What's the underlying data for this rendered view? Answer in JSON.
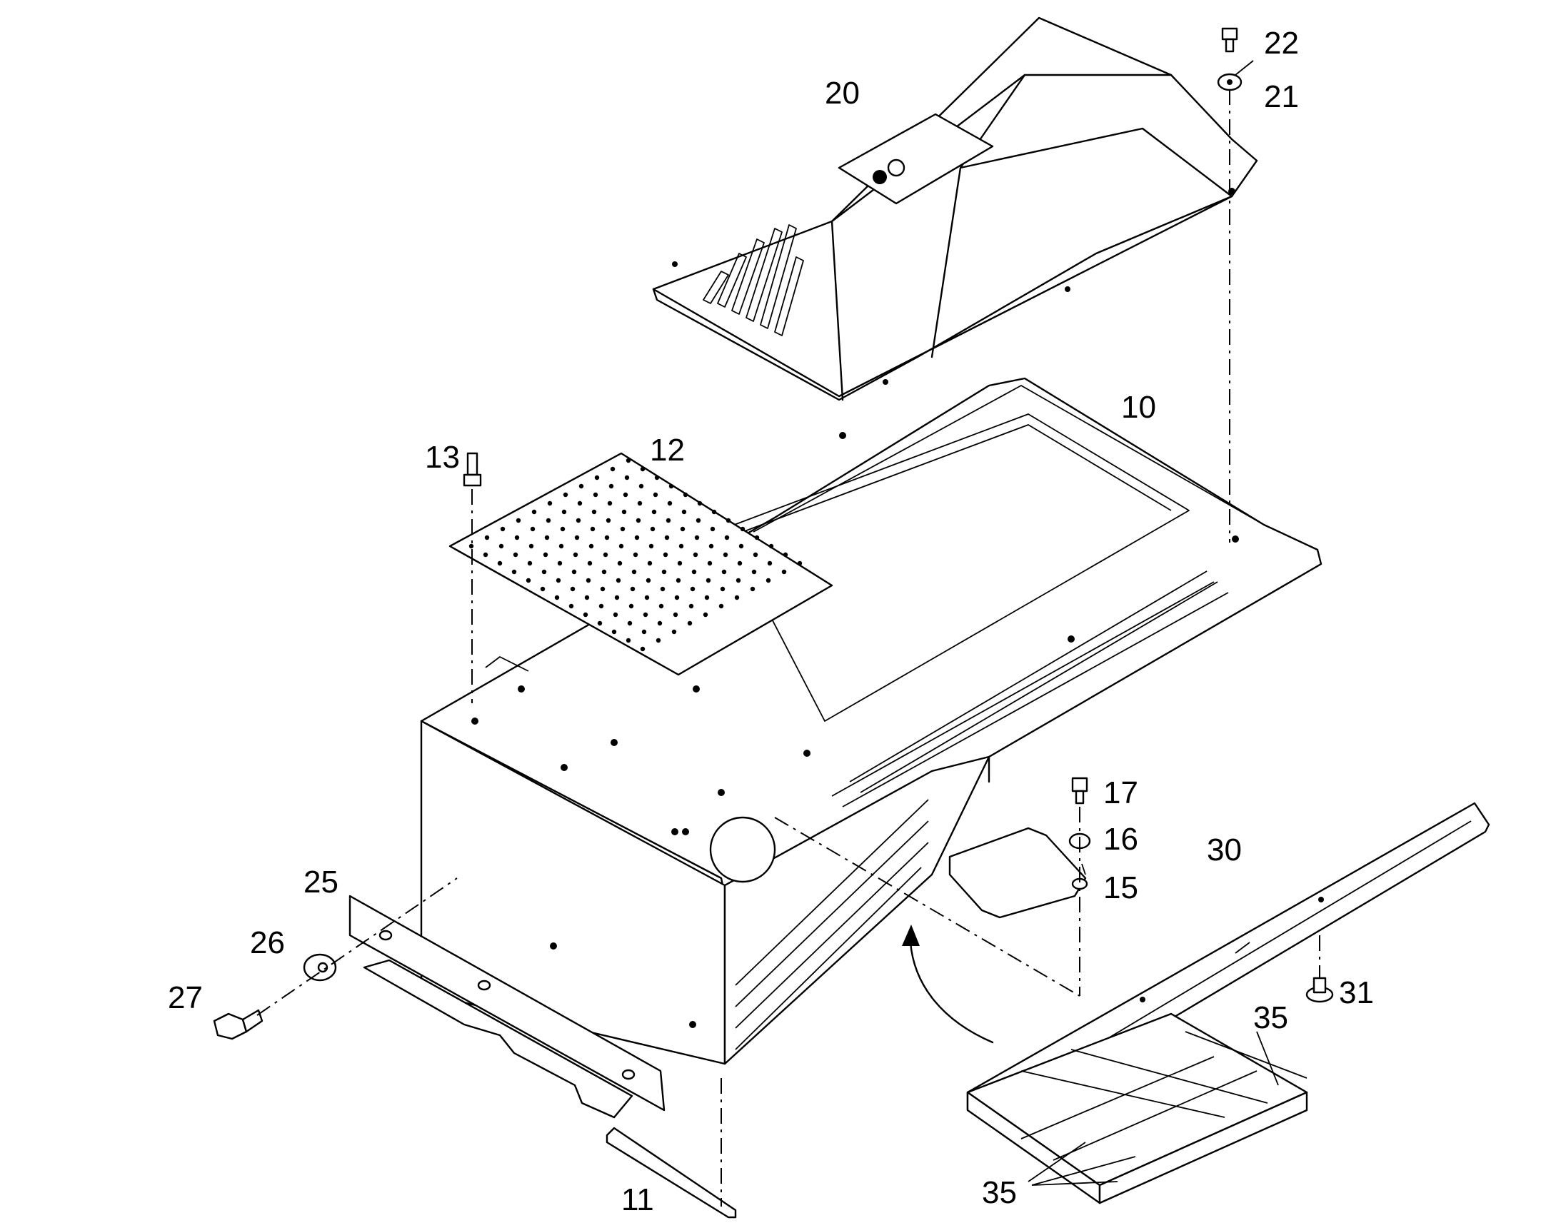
{
  "callouts": {
    "p10": "10",
    "p11": "11",
    "p12": "12",
    "p13": "13",
    "p15": "15",
    "p16": "16",
    "p17": "17",
    "p20": "20",
    "p21": "21",
    "p22": "22",
    "p25": "25",
    "p26": "26",
    "p27": "27",
    "p30": "30",
    "p31": "31",
    "p35_top": "35",
    "p35_bottom": "35"
  }
}
